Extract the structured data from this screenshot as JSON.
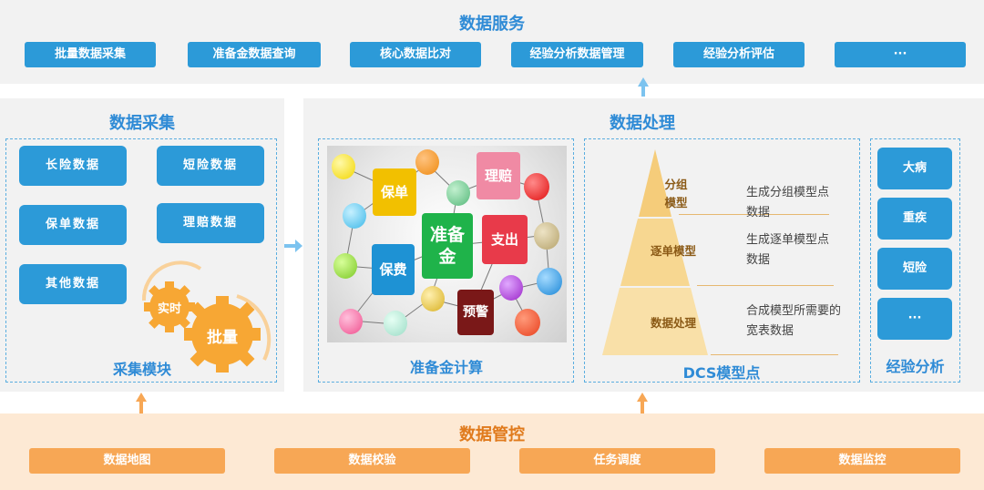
{
  "service": {
    "title": "数据服务",
    "buttons": [
      "批量数据采集",
      "准备金数据查询",
      "核心数据比对",
      "经验分析数据管理",
      "经验分析评估",
      "···"
    ]
  },
  "collection": {
    "title": "数据采集",
    "tiles": [
      "长险数据",
      "短险数据",
      "保单数据",
      "理赔数据",
      "其他数据"
    ],
    "gear_small": "实时",
    "gear_large": "批量",
    "module_label": "采集模块"
  },
  "processing": {
    "title": "数据处理",
    "reserve": {
      "center": "准备金",
      "items": [
        "保单",
        "理赔",
        "保费",
        "支出",
        "预警"
      ],
      "label": "准备金计算"
    },
    "dcs": {
      "levels": [
        "分组模型",
        "逐单模型",
        "数据处理"
      ],
      "descriptions": [
        "生成分组模型点数据",
        "生成逐单模型点数据",
        "合成模型所需要的宽表数据"
      ],
      "label": "DCS模型点"
    },
    "experience": {
      "items": [
        "大病",
        "重疾",
        "短险",
        "···"
      ],
      "label": "经验分析"
    }
  },
  "control": {
    "title": "数据管控",
    "buttons": [
      "数据地图",
      "数据校验",
      "任务调度",
      "数据监控"
    ]
  },
  "colors": {
    "blue": "#2c9ad8",
    "orange": "#f7a755",
    "panel_gray": "#f2f2f2",
    "control_bg": "#fde9d4"
  }
}
